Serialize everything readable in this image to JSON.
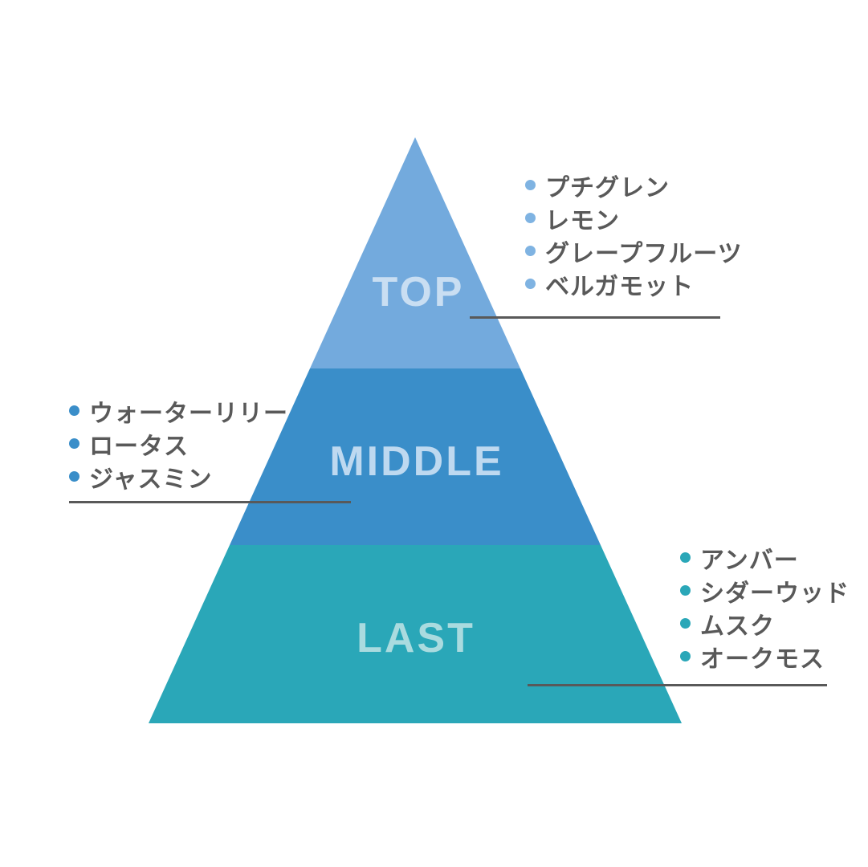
{
  "pyramid": {
    "tiers": [
      {
        "label": "TOP",
        "color": "#73aadd",
        "label_color": "#c9def2"
      },
      {
        "label": "MIDDLE",
        "color": "#3a8ec9",
        "label_color": "#bed9f0"
      },
      {
        "label": "LAST",
        "color": "#2aa7b8",
        "label_color": "#aadbdf"
      }
    ]
  },
  "lists": {
    "top": {
      "bullet_color": "#7fb3e2",
      "items": [
        "プチグレン",
        "レモン",
        "グレープフルーツ",
        "ベルガモット"
      ]
    },
    "middle": {
      "bullet_color": "#3a8ec9",
      "items": [
        "ウォーターリリー",
        "ロータス",
        "ジャスミン"
      ]
    },
    "last": {
      "bullet_color": "#2aa7b8",
      "items": [
        "アンバー",
        "シダーウッド",
        "ムスク",
        "オークモス"
      ]
    }
  },
  "line_color": "#595959"
}
